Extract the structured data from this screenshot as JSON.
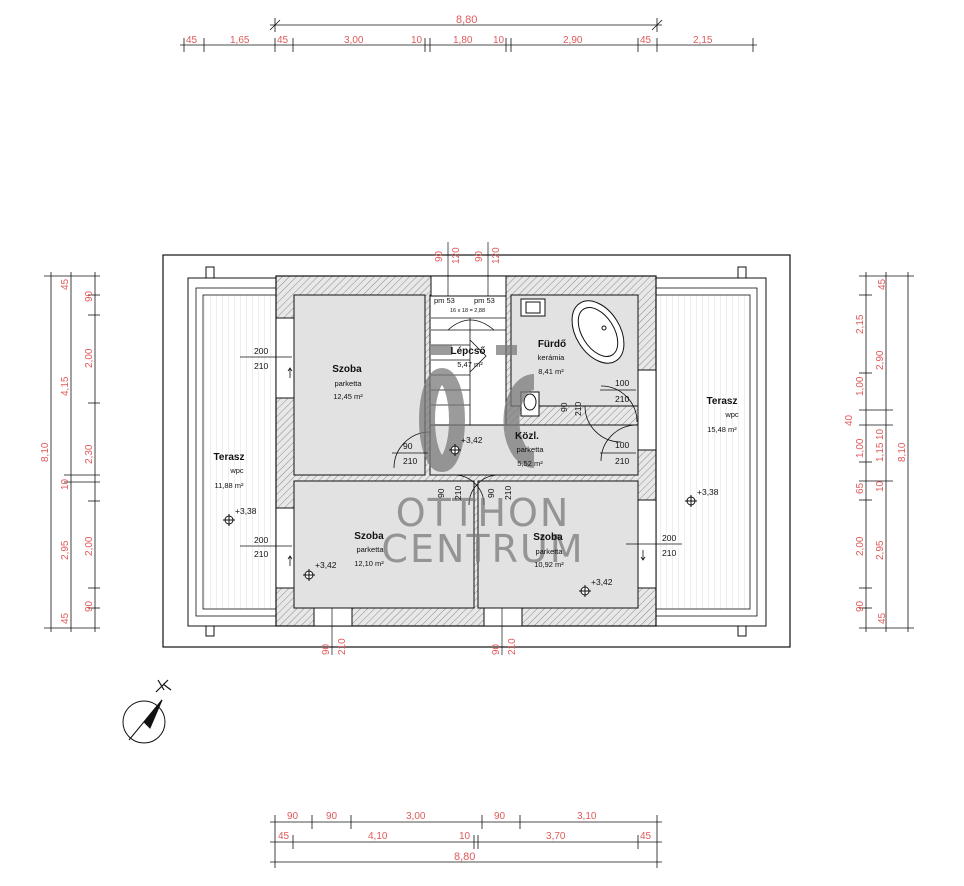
{
  "dims": {
    "top_total": "8,80",
    "top_row": [
      "45",
      "1,65",
      "45",
      "3,00",
      "10",
      "1,80",
      "10",
      "2,90",
      "45",
      "2,15"
    ],
    "bottom_row1": [
      "90",
      "90",
      "3,00",
      "90",
      "3,10"
    ],
    "bottom_row2": [
      "45",
      "4,10",
      "10",
      "3,70",
      "45"
    ],
    "bottom_total": "8,80",
    "left_outer": "8,10",
    "left_mid": [
      "4,15",
      "10",
      "2,95"
    ],
    "left_inner": [
      "45",
      "90",
      "2,00",
      "2,30",
      "2,00",
      "90",
      "45"
    ],
    "right_inner": [
      "45",
      "2,15",
      "1,00",
      "10",
      "1,00",
      "65",
      "2,00",
      "90",
      "45"
    ],
    "right_mid": [
      "2,90",
      "40",
      "1,15",
      "10",
      "2,95"
    ],
    "right_outer": "8,10",
    "openings_top": [
      "90",
      "120",
      "90",
      "120"
    ],
    "openings_bottom": [
      "90",
      "210",
      "90",
      "210"
    ]
  },
  "rooms": {
    "terrace_left": {
      "name": "Terasz",
      "floor": "wpc",
      "area": "11,88 m²"
    },
    "room1": {
      "name": "Szoba",
      "floor": "parketta",
      "area": "12,45 m²"
    },
    "stair": {
      "name": "Lépcső",
      "area": "5,47 m²"
    },
    "bath": {
      "name": "Fürdő",
      "floor": "kerámia",
      "area": "8,41 m²"
    },
    "hall": {
      "name": "Közl.",
      "floor": "parketta",
      "area": "5,52 m²"
    },
    "room2": {
      "name": "Szoba",
      "floor": "parketta",
      "area": "12,10 m²"
    },
    "room3": {
      "name": "Szoba",
      "floor": "parketta",
      "area": "10,92 m²"
    },
    "terrace_right": {
      "name": "Terasz",
      "floor": "wpc",
      "area": "15,48 m²"
    }
  },
  "stair_labels": [
    "pm 53",
    "pm 53",
    "16 x 18 = 2,88"
  ],
  "levels": {
    "terrace_left": "+3,38",
    "room2": "+3,42",
    "hall": "+3,42",
    "room3": "+3,42",
    "terrace_right": "+3,38"
  },
  "doors": {
    "w_left_top": [
      "200",
      "210"
    ],
    "w_left_bottom": [
      "200",
      "210"
    ],
    "w_right": [
      "200",
      "210"
    ],
    "d_hall_left": [
      "90",
      "210"
    ],
    "d_bath_1": [
      "100",
      "210"
    ],
    "d_bath_2": [
      "100",
      "210"
    ],
    "d_bath_v": [
      "90",
      "210"
    ],
    "d_r2_v": [
      "90",
      "210"
    ],
    "d_r3_v": [
      "90",
      "210"
    ]
  },
  "watermark": {
    "line1": "OTTHON",
    "line2": "CENTRUM"
  },
  "colors": {
    "dim": "#e05a5a",
    "line": "#111111",
    "wall": "#cfcfcf",
    "room": "#e2e2e2"
  }
}
